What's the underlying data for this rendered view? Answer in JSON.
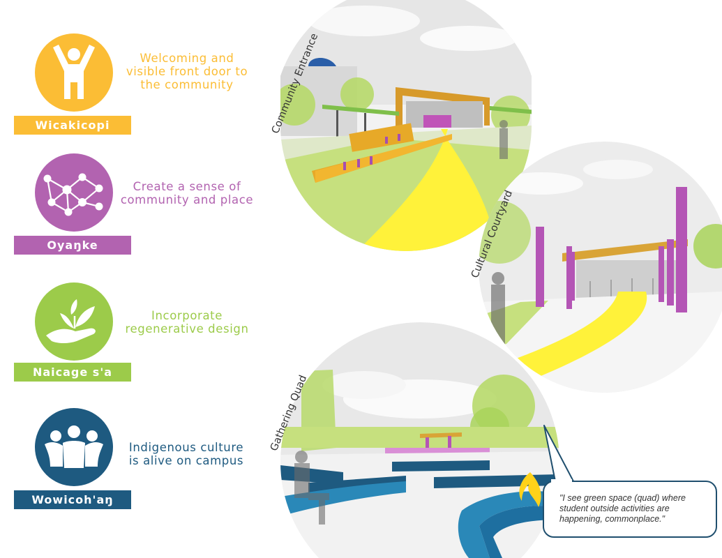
{
  "colors": {
    "yellow": "#fbbd35",
    "purple": "#b263b0",
    "green": "#9ccb4a",
    "navy": "#1e5a80",
    "teal_bench": "#2a88b8",
    "path_yellow": "#fff23a",
    "bubble_border": "#1f4f6e"
  },
  "principles": [
    {
      "name": "Wicakicopi",
      "icon": "person-arms-raised-icon",
      "tagline": [
        "Welcoming and",
        "visible front door to",
        "the community"
      ]
    },
    {
      "name": "Oyaŋke",
      "icon": "network-nodes-icon",
      "tagline": [
        "Create a sense of",
        "community and place"
      ]
    },
    {
      "name": "Naicage s'a",
      "icon": "hand-with-leaves-icon",
      "tagline": [
        "Incorporate",
        "regenerative design"
      ]
    },
    {
      "name": "Wowicoh'aŋ",
      "icon": "people-group-icon",
      "tagline": [
        "Indigenous culture",
        "is alive on campus"
      ]
    }
  ],
  "scenes": {
    "entrance": "Community Entrance",
    "courtyard": "Cultural Courtyard",
    "quad": "Gathering Quad"
  },
  "quote": "\"I see green space (quad) where student outside activities are happening, commonplace.\""
}
